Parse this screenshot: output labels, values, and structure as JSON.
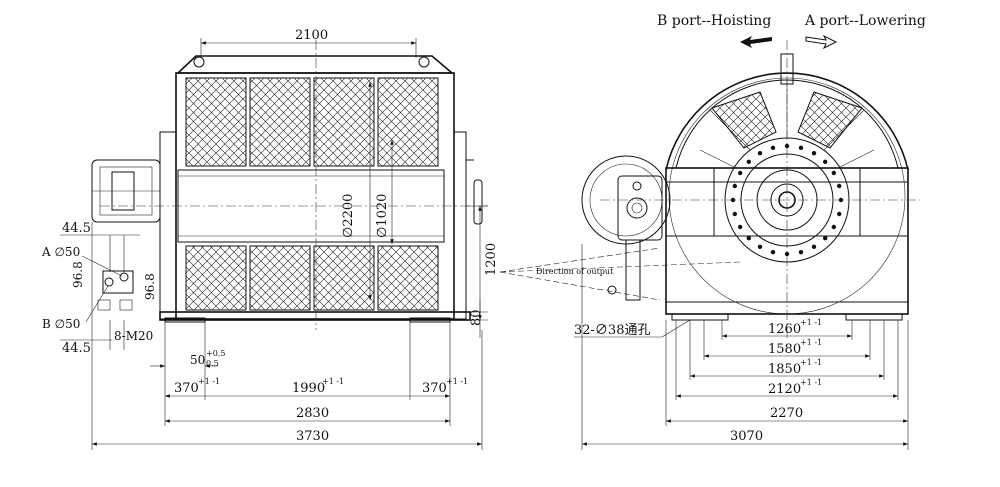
{
  "legend": {
    "hoisting": "B port--Hoisting",
    "lowering": "A port--Lowering"
  },
  "front_view": {
    "top_width": "2100",
    "drum_diameter": "∅2200",
    "core_diameter": "∅1020",
    "center_height": "1200",
    "base_height": "80",
    "port_offset_top": "44.5",
    "port_offset_bottom": "44.5",
    "port_a": "A ∅50",
    "port_b": "B ∅50",
    "port_spacing_1": "96.8",
    "port_spacing_2": "96.8",
    "bolts": "8-M20",
    "gap": "50",
    "gap_tol_upper": "+0.5",
    "gap_tol_lower": "0.5",
    "foot_left": "370",
    "foot_left_tol": "+1 -1",
    "foot_span": "1990",
    "foot_span_tol": "+1 -1",
    "foot_right": "370",
    "foot_right_tol": "+1 -1",
    "frame_length": "2830",
    "overall_length": "3730"
  },
  "side_view": {
    "output_note": "Direction of output",
    "holes": "32-∅38通孔",
    "dim_1260": "1260",
    "dim_1580": "1580",
    "dim_1850": "1850",
    "dim_2120": "2120",
    "tol": "+1 -1",
    "dim_2270": "2270",
    "overall_width": "3070"
  }
}
